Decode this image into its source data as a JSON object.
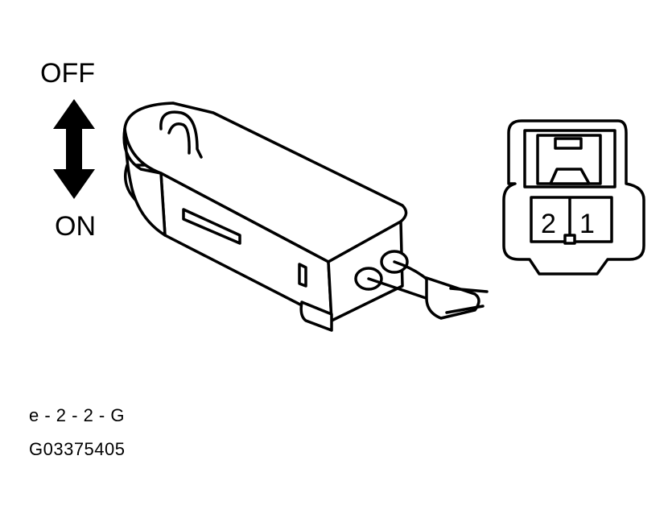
{
  "labels": {
    "off": "OFF",
    "on": "ON",
    "figure_code": "e - 2 - 2 - G",
    "figure_id": "G03375405"
  },
  "connector": {
    "pins": [
      "2",
      "1"
    ]
  }
}
